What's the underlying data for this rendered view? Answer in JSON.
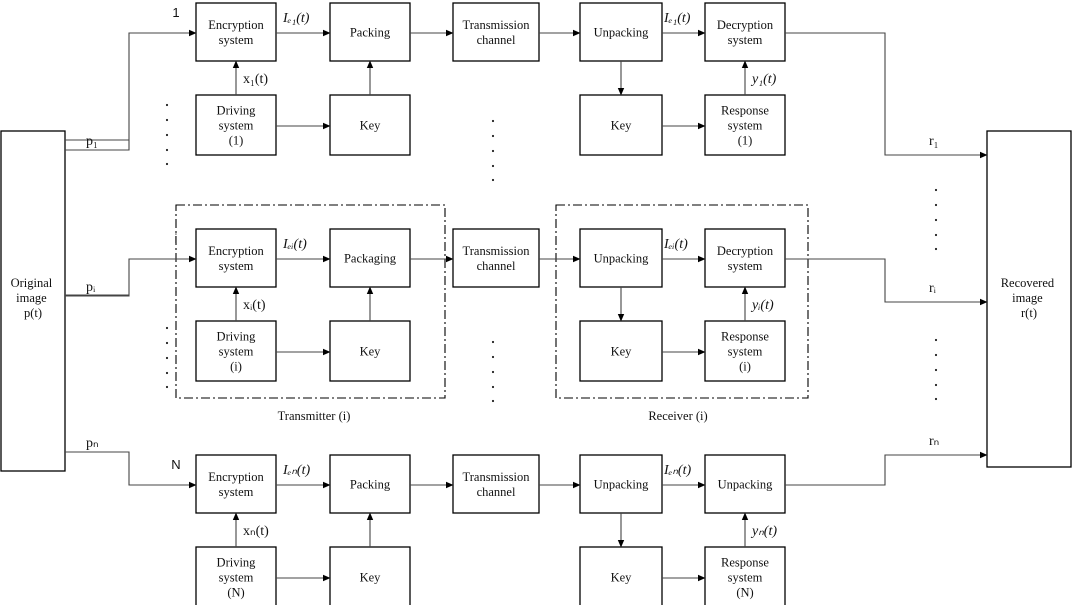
{
  "original": {
    "lines": [
      "Original",
      "image",
      "p(t)"
    ]
  },
  "recovered": {
    "lines": [
      "Recovered",
      "image",
      "r(t)"
    ]
  },
  "rows": [
    {
      "index": "1",
      "input_label": "p₁",
      "output_label": "r₁",
      "encryption": [
        "Encryption",
        "system"
      ],
      "driving": [
        "Driving",
        "system",
        "(1)"
      ],
      "packing": [
        "Packing"
      ],
      "tx_key": [
        "Key"
      ],
      "channel": [
        "Transmission",
        "channel"
      ],
      "unpacking": [
        "Unpacking"
      ],
      "rx_key": [
        "Key"
      ],
      "decryption": [
        "Decryption",
        "system"
      ],
      "response": [
        "Response",
        "system",
        "(1)"
      ],
      "sig_in": "x₁(t)",
      "sig_enc": "Iₑ₁(t)",
      "sig_dec": "Iₑ₁(t)",
      "sig_resp": "y₁(t)"
    },
    {
      "index": "i",
      "input_label": "pᵢ",
      "output_label": "rᵢ",
      "encryption": [
        "Encryption",
        "system"
      ],
      "driving": [
        "Driving",
        "system",
        "(i)"
      ],
      "packing": [
        "Packaging"
      ],
      "tx_key": [
        "Key"
      ],
      "channel": [
        "Transmission",
        "channel"
      ],
      "unpacking": [
        "Unpacking"
      ],
      "rx_key": [
        "Key"
      ],
      "decryption": [
        "Decryption",
        "system"
      ],
      "response": [
        "Response",
        "system",
        "(i)"
      ],
      "sig_in": "xᵢ(t)",
      "sig_enc": "Iₑᵢ(t)",
      "sig_dec": "Iₑᵢ(t)",
      "sig_resp": "yᵢ(t)"
    },
    {
      "index": "N",
      "input_label": "pₙ",
      "output_label": "rₙ",
      "encryption": [
        "Encryption",
        "system"
      ],
      "driving": [
        "Driving",
        "system",
        "(N)"
      ],
      "packing": [
        "Packing"
      ],
      "tx_key": [
        "Key"
      ],
      "channel": [
        "Transmission",
        "channel"
      ],
      "unpacking": [
        "Unpacking"
      ],
      "rx_key": [
        "Key"
      ],
      "decryption": [
        "Unpacking"
      ],
      "response": [
        "Response",
        "system",
        "(N)"
      ],
      "sig_in": "xₙ(t)",
      "sig_enc": "Iₑₙ(t)",
      "sig_dec": "Iₑₙ(t)",
      "sig_resp": "yₙ(t)"
    }
  ],
  "transmitter_caption": "Transmitter (i)",
  "receiver_caption": "Receiver (i)"
}
